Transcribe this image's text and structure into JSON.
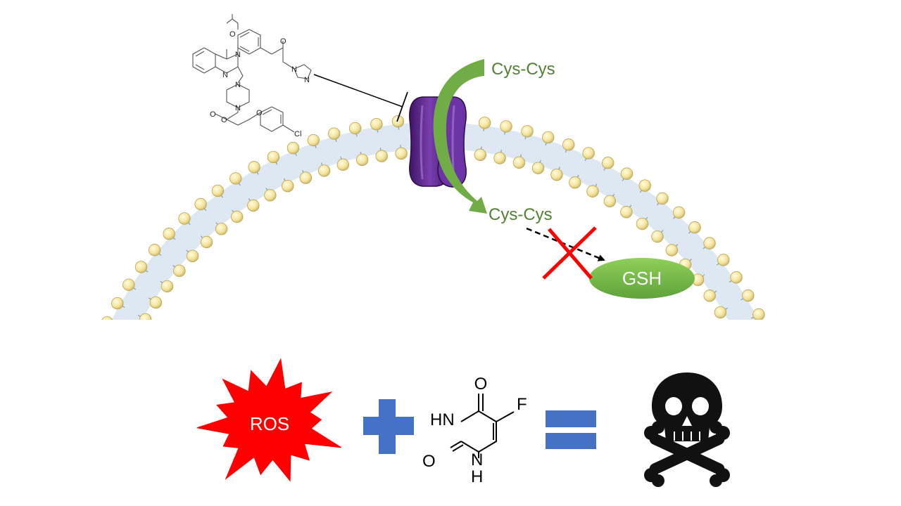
{
  "labels": {
    "cystine_out": "Cys-Cys",
    "cystine_in": "Cys-Cys",
    "gsh": "GSH",
    "ros": "ROS"
  },
  "inhibitor_structure": {
    "atoms": [
      "O",
      "O",
      "N",
      "N",
      "N",
      "N",
      "N",
      "N",
      "O",
      "O",
      "O",
      "Cl"
    ]
  },
  "fluorouracil_structure": {
    "atoms": [
      "O",
      "F",
      "HN",
      "O",
      "N",
      "H"
    ]
  },
  "icons": {
    "transporter": "membrane-transporter-icon",
    "death": "skull-crossbones-icon"
  },
  "colors": {
    "transporter": "#5b2a8c",
    "arrow": "#70ad47",
    "gsh": "#70ad47",
    "ros": "#ff0000",
    "plus": "#4472c4",
    "equals": "#4472c4",
    "blocked_x": "#ff0000",
    "lipid_head": "#f3e29a"
  }
}
